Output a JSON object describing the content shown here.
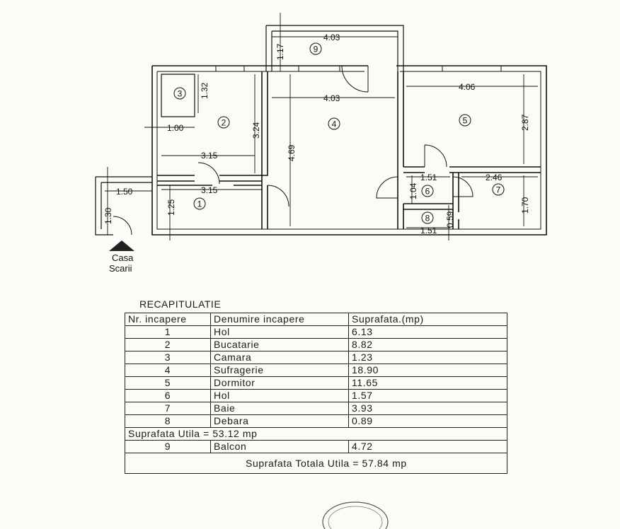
{
  "plan": {
    "stair_label_line1": "Casa",
    "stair_label_line2": "Scarii",
    "rooms": [
      {
        "num": "1"
      },
      {
        "num": "2"
      },
      {
        "num": "3"
      },
      {
        "num": "4"
      },
      {
        "num": "5"
      },
      {
        "num": "6"
      },
      {
        "num": "7"
      },
      {
        "num": "8"
      },
      {
        "num": "9"
      }
    ],
    "dimensions": {
      "balcony_width": "4.03",
      "balcony_depth": "1.17",
      "closet_depth": "1.32",
      "kitchen_small_width": "1.00",
      "kitchen_height": "3.24",
      "kitchen_width": "3.15",
      "living_width": "4.03",
      "living_height": "4.69",
      "bedroom_width": "4.06",
      "bedroom_height": "2.87",
      "inner_hall_width": "1.51",
      "bath_width": "2.46",
      "bath_height": "1.70",
      "inner_hall_height": "1.04",
      "storage_height": "0.59",
      "storage_width": "1.51",
      "hall_left_width": "1.50",
      "hall_width": "3.15",
      "hall_height": "1.25",
      "entry_height": "1.30"
    }
  },
  "recap": {
    "title": "RECAPITULATIE",
    "headers": {
      "nr": "Nr. incapere",
      "name": "Denumire incapere",
      "area": "Suprafata.(mp)"
    },
    "rows": [
      {
        "nr": "1",
        "name": "Hol",
        "area": "6.13"
      },
      {
        "nr": "2",
        "name": "Bucatarie",
        "area": "8.82"
      },
      {
        "nr": "3",
        "name": "Camara",
        "area": "1.23"
      },
      {
        "nr": "4",
        "name": "Sufragerie",
        "area": "18.90"
      },
      {
        "nr": "5",
        "name": "Dormitor",
        "area": "11.65"
      },
      {
        "nr": "6",
        "name": "Hol",
        "area": "1.57"
      },
      {
        "nr": "7",
        "name": "Baie",
        "area": "3.93"
      },
      {
        "nr": "8",
        "name": "Debara",
        "area": "0.89"
      }
    ],
    "useful_area": "Suprafata  Utila  =  53.12  mp",
    "balcony_row": {
      "nr": "9",
      "name": "Balcon",
      "area": "4.72"
    },
    "total_area": "Suprafata  Totala  Utila  =  57.84  mp"
  }
}
